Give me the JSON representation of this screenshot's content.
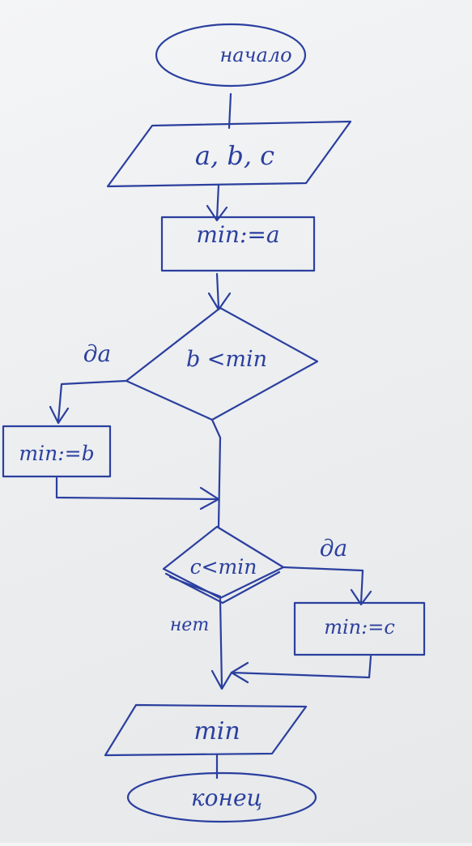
{
  "colors": {
    "ink": "#2b3f9e",
    "paper": "#eef0f2"
  },
  "flowchart": {
    "start": "начало",
    "input": "a, b, c",
    "assign_min_a": "min:=a",
    "cond_b": "b <min",
    "yes_left": "да",
    "assign_min_b": "min:=b",
    "cond_c": "c<min",
    "yes_right": "да",
    "no_label": "нет",
    "assign_min_c": "min:=c",
    "output": "min",
    "end": "конец"
  }
}
